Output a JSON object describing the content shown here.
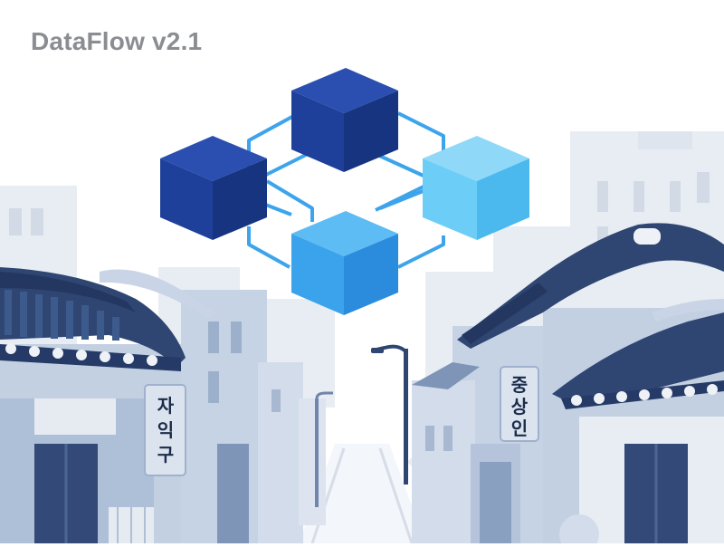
{
  "app": {
    "title": "DataFlow v2.1"
  },
  "signs": {
    "left_sign": "자익구",
    "right_sign": "중상인"
  },
  "colors": {
    "cube_dark": "#1e3f9a",
    "cube_mid": "#2463c8",
    "cube_light": "#59c3f2",
    "connector": "#3da4ec",
    "roof_navy": "#2f4673",
    "building_blue": "#b9c8dd",
    "background_buildings": "#e6ebf2"
  },
  "icons": [
    "network-cubes-icon",
    "street-lamp-icon"
  ]
}
